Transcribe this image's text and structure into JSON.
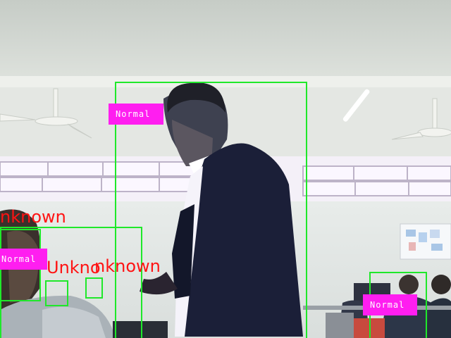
{
  "labels": {
    "normal": "Normal",
    "unknown": "Unknown",
    "unknown_partial_1": "nknown",
    "unknown_partial_2": "Unkno",
    "unknown_partial_3": "nknown"
  },
  "colors": {
    "box_green": "#1fe82a",
    "tag_magenta": "#ff1ef0",
    "unknown_red": "#ff1313"
  }
}
